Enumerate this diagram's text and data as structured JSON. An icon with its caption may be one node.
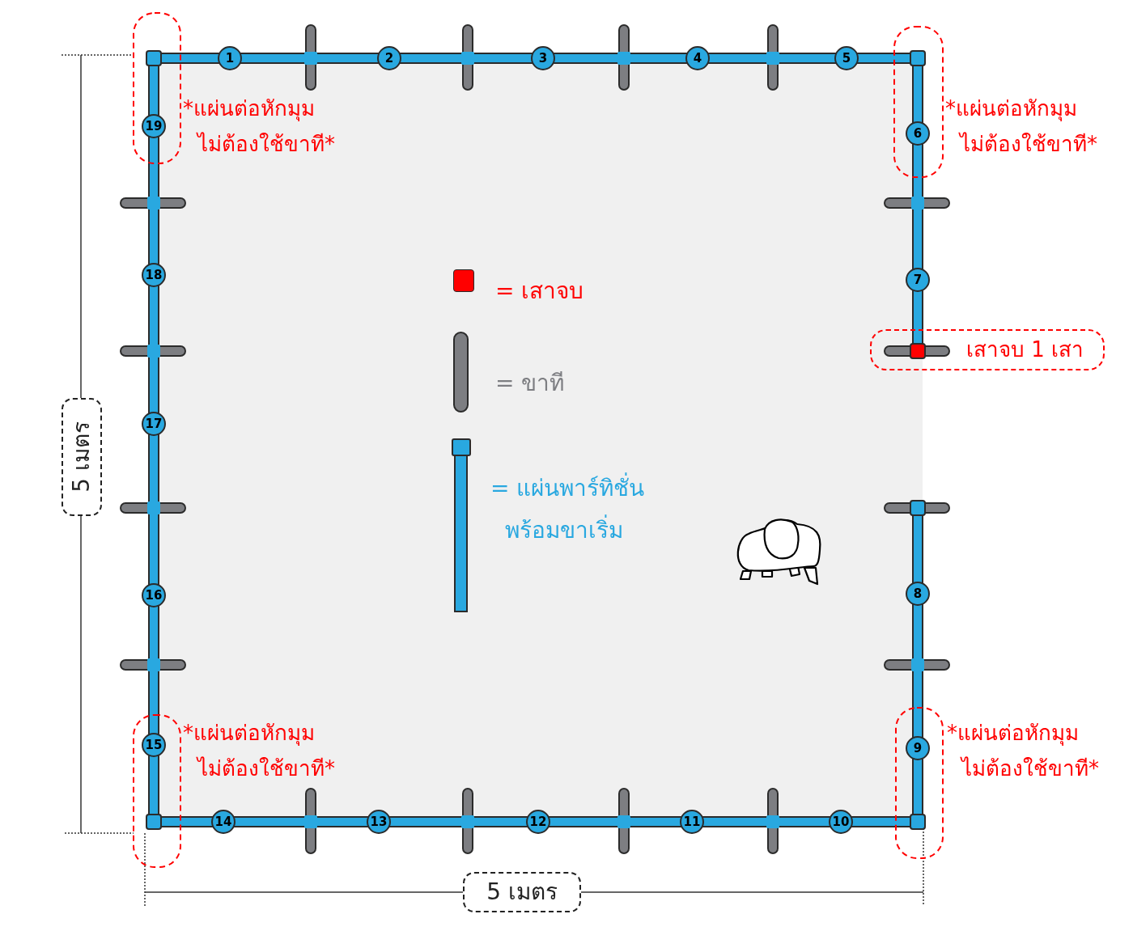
{
  "diagram": {
    "nodes": [
      {
        "text": [
          "เสาจบ 1 เสา"
        ]
      },
      {
        "text": [
          "5 เมตร"
        ]
      },
      {
        "text": [
          "5 เมตร"
        ]
      }
    ],
    "labels": [
      "1",
      "2",
      "3",
      "4",
      "5",
      "6",
      "7",
      "8",
      "9",
      "10",
      "11",
      "12",
      "13",
      "14",
      "15",
      "16",
      "17",
      "18",
      "19",
      "*แผ่นต่อหักมุม ไม่ต้องใช้ขาที*",
      "*แผ่นต่อหักมุม ไม่ต้องใช้ขาที*",
      "*แผ่นต่อหักมุม ไม่ต้องใช้ขาที*",
      "*แผ่นต่อหักมุม ไม่ต้องใช้ขาที*"
    ],
    "legend": [
      {
        "text": "= เสาจบ",
        "color": "#ff0000"
      },
      {
        "text": "= ขาที"
      },
      {
        "text": "= แผ่นพาร์ทิชั่น พร้อมขาเริ่ม"
      }
    ]
  }
}
